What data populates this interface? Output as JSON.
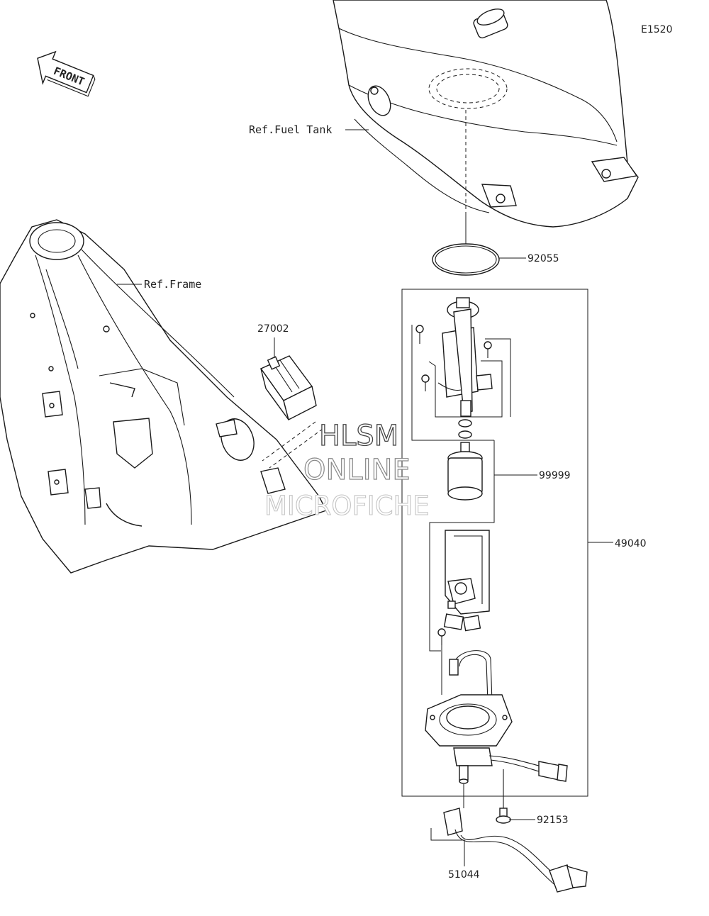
{
  "diagram_code": "E1520",
  "front_label": "FRONT",
  "refs": {
    "fuel_tank": "Ref.Fuel Tank",
    "frame": "Ref.Frame"
  },
  "parts": [
    {
      "number": "92055"
    },
    {
      "number": "27002"
    },
    {
      "number": "99999"
    },
    {
      "number": "49040"
    },
    {
      "number": "92153"
    },
    {
      "number": "51044"
    }
  ],
  "watermark": [
    "HLSM",
    "ONLINE",
    "MICROFICHE"
  ]
}
